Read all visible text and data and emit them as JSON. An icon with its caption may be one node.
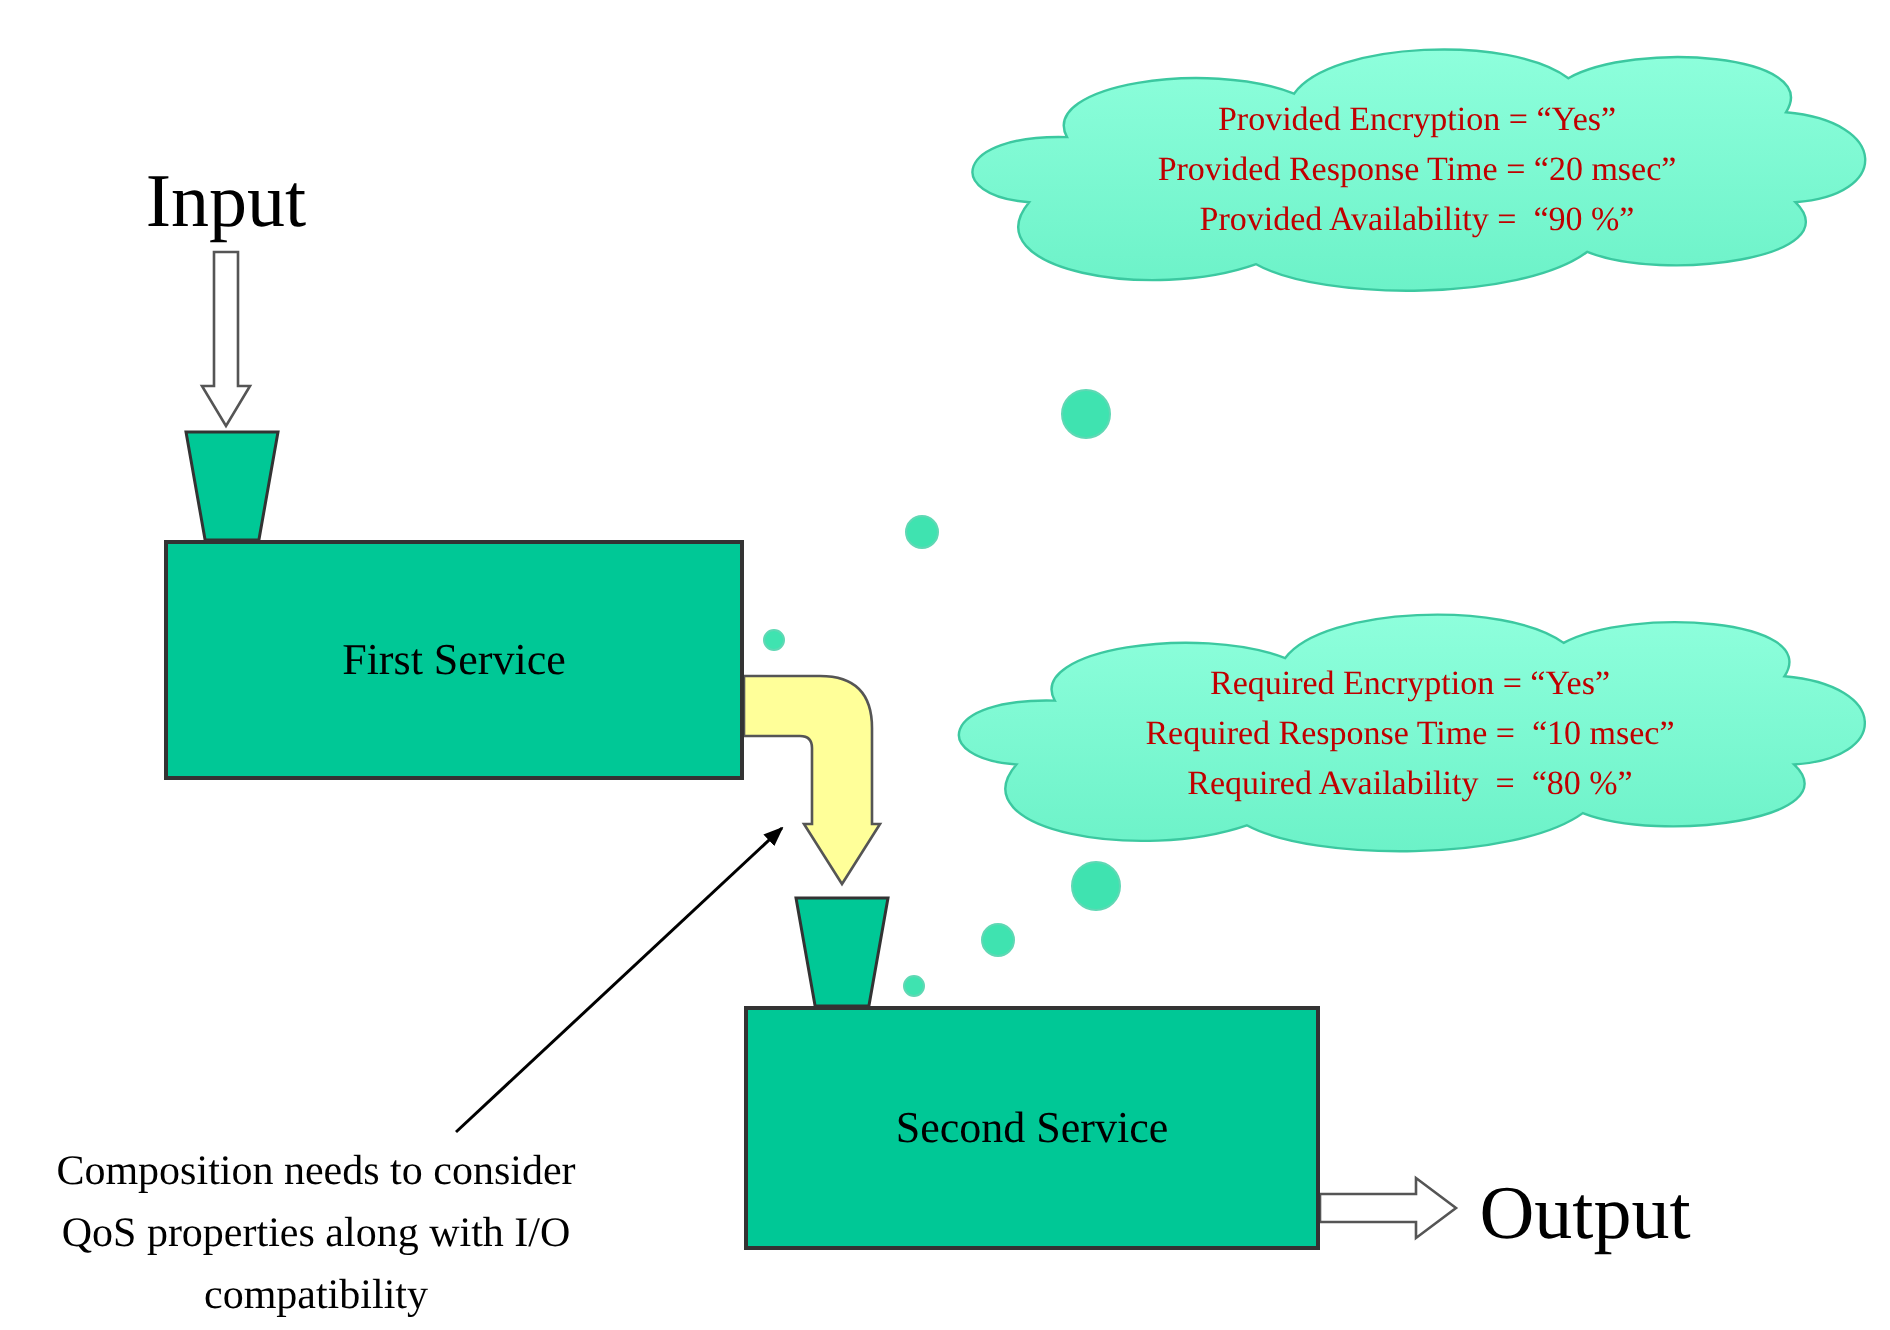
{
  "diagram": {
    "nodes": [
      {
        "text": [
          "Input"
        ]
      },
      {
        "text": [],
        "shape": "trapezoid"
      },
      {
        "text": [
          "First Service"
        ]
      },
      {
        "text": [],
        "shape": "trapezoid"
      },
      {
        "text": [
          "Second Service"
        ]
      },
      {
        "text": [
          "Output"
        ]
      },
      {
        "text": [
          "Provided Encryption = “Yes”",
          "Provided Response Time = “20 msec”",
          "Provided Availability =  “90 %”"
        ]
      },
      {
        "text": [
          "Required Encryption = “Yes”",
          "Required Response Time =  “10 msec”",
          "Required Availability  =  “80 %”"
        ]
      },
      {
        "text": [
          "Composition needs to consider QoS properties along with I/O compatibility"
        ]
      }
    ],
    "edges": [
      {
        "from": 0,
        "to": 1,
        "arrow": "to",
        "style": "thick"
      },
      {
        "from": 2,
        "to": 3,
        "arrow": "to",
        "style": "thick",
        "color": "#ffff99"
      },
      {
        "from": 4,
        "to": 5,
        "arrow": "to",
        "style": "thick"
      },
      {
        "from": 8,
        "to": null,
        "arrow": "to"
      }
    ]
  }
}
